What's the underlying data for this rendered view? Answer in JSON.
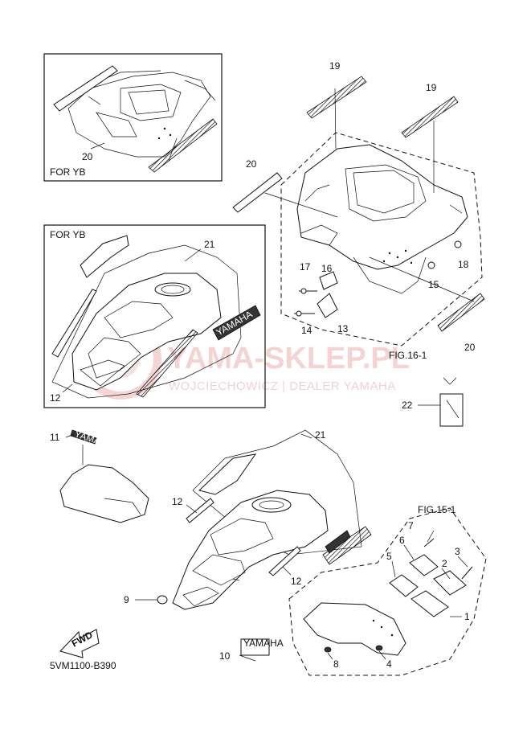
{
  "boxes": {
    "top_inset": {
      "title": "FOR YB"
    },
    "mid_inset": {
      "title": "FOR YB"
    }
  },
  "figure_refs": {
    "fig16": "FIG.16-1",
    "fig15": "FIG.15-1"
  },
  "diagram_code": "5VM1100-B390",
  "watermark": {
    "title": "YAMA-SKLEP.PL",
    "subtitle": "WOJCIECHOWICZ | DEALER YAMAHA"
  },
  "decal_text": "YAMAHA",
  "fwd_text": "FWD",
  "callouts": {
    "c1": "1",
    "c2": "2",
    "c3": "3",
    "c4": "4",
    "c5": "5",
    "c6": "6",
    "c7": "7",
    "c8": "8",
    "c9": "9",
    "c10": "10",
    "c11": "11",
    "c12a": "12",
    "c12b": "12",
    "c12c": "12",
    "c13": "13",
    "c14": "14",
    "c15": "15",
    "c16": "16",
    "c17": "17",
    "c18": "18",
    "c19a": "19",
    "c19b": "19",
    "c20a": "20",
    "c20b": "20",
    "c20c": "20",
    "c21a": "21",
    "c21b": "21",
    "c22": "22"
  }
}
